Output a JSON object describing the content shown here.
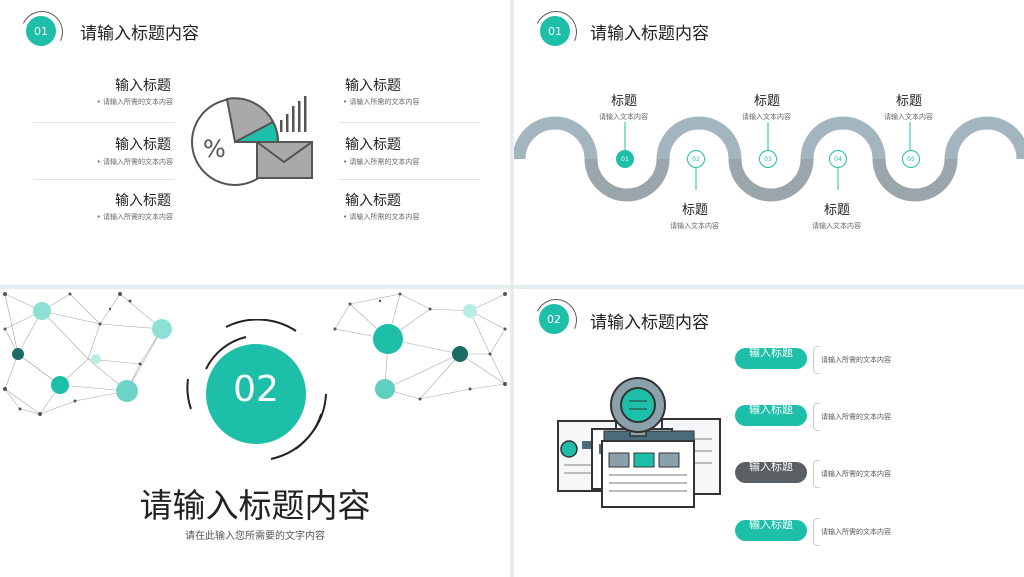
{
  "colors": {
    "accent": "#1ebfa8",
    "gray": "#a3b6bf",
    "dark": "#5a5f63"
  },
  "slide1": {
    "badge": "01",
    "title": "请输入标题内容",
    "left_items": [
      {
        "title": "输入标题",
        "sub": "请输入所需的文本内容"
      },
      {
        "title": "输入标题",
        "sub": "请输入所需的文本内容"
      },
      {
        "title": "输入标题",
        "sub": "请输入所需的文本内容"
      }
    ],
    "right_items": [
      {
        "title": "输入标题",
        "sub": "请输入所需的文本内容"
      },
      {
        "title": "输入标题",
        "sub": "请输入所需的文本内容"
      },
      {
        "title": "输入标题",
        "sub": "请输入所需的文本内容"
      }
    ],
    "icon": "chart-envelope-icon"
  },
  "slide2": {
    "badge": "01",
    "title": "请输入标题内容",
    "nodes": [
      "01",
      "02",
      "03",
      "04",
      "05"
    ],
    "top_labels": [
      {
        "title": "标题",
        "sub": "请输入文本内容"
      },
      {
        "title": "标题",
        "sub": "请输入文本内容"
      },
      {
        "title": "标题",
        "sub": "请输入文本内容"
      }
    ],
    "bottom_labels": [
      {
        "title": "标题",
        "sub": "请输入文本内容"
      },
      {
        "title": "标题",
        "sub": "请输入文本内容"
      }
    ]
  },
  "slide3": {
    "number": "02",
    "title": "请输入标题内容",
    "subtitle": "请在此输入您所需要的文字内容"
  },
  "slide4": {
    "badge": "02",
    "title": "请输入标题内容",
    "items": [
      {
        "label": "输入标题",
        "sub": "请输入所需的文本内容",
        "color": "#1ebfa8"
      },
      {
        "label": "输入标题",
        "sub": "请输入所需的文本内容",
        "color": "#1ebfa8"
      },
      {
        "label": "输入标题",
        "sub": "请输入所需的文本内容",
        "color": "#5a5f63"
      },
      {
        "label": "输入标题",
        "sub": "请输入所需的文本内容",
        "color": "#1ebfa8"
      }
    ],
    "icon": "documents-magnifier-icon"
  }
}
